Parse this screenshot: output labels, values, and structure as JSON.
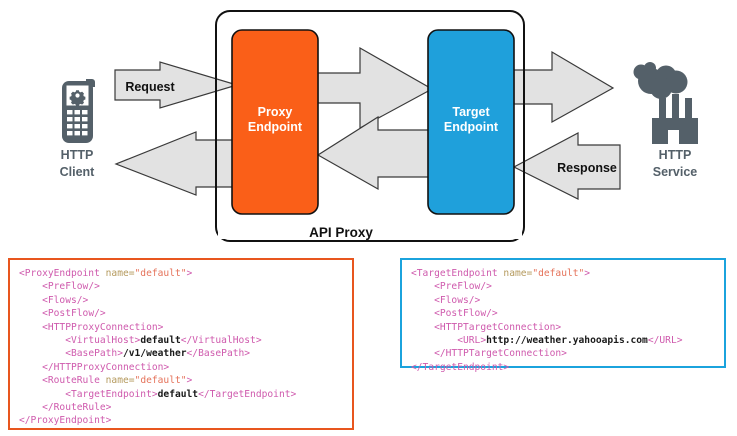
{
  "diagram": {
    "title": "API Proxy",
    "client": {
      "label_line1": "HTTP",
      "label_line2": "Client",
      "icon": "mobile-phone-gear-icon"
    },
    "service": {
      "label_line1": "HTTP",
      "label_line2": "Service",
      "icon": "factory-cloud-icon"
    },
    "proxy_endpoint": {
      "label_line1": "Proxy",
      "label_line2": "Endpoint",
      "color": "#fa5f18"
    },
    "target_endpoint": {
      "label_line1": "Target",
      "label_line2": "Endpoint",
      "color": "#1fa0db"
    },
    "arrows": {
      "request_label": "Request",
      "response_label": "Response"
    },
    "colors": {
      "arrow_fill": "#e2e2e2",
      "arrow_stroke": "#3a3a3a",
      "icon_gray": "#546069",
      "box_stroke": "#000000"
    }
  },
  "proxy_code": {
    "border_color": "#e8561e",
    "lines": [
      [
        {
          "t": "tag",
          "s": "<ProxyEndpoint "
        },
        {
          "t": "attr",
          "s": "name="
        },
        {
          "t": "val",
          "s": "\"default\""
        },
        {
          "t": "tag",
          "s": ">"
        }
      ],
      [
        {
          "t": "plain",
          "s": "    "
        },
        {
          "t": "tag",
          "s": "<PreFlow/>"
        }
      ],
      [
        {
          "t": "plain",
          "s": "    "
        },
        {
          "t": "tag",
          "s": "<Flows/>"
        }
      ],
      [
        {
          "t": "plain",
          "s": "    "
        },
        {
          "t": "tag",
          "s": "<PostFlow/>"
        }
      ],
      [
        {
          "t": "plain",
          "s": "    "
        },
        {
          "t": "tag",
          "s": "<HTTPProxyConnection>"
        }
      ],
      [
        {
          "t": "plain",
          "s": "        "
        },
        {
          "t": "tag",
          "s": "<VirtualHost>"
        },
        {
          "t": "txt",
          "s": "default"
        },
        {
          "t": "tag",
          "s": "</VirtualHost>"
        }
      ],
      [
        {
          "t": "plain",
          "s": "        "
        },
        {
          "t": "tag",
          "s": "<BasePath>"
        },
        {
          "t": "txt",
          "s": "/v1/weather"
        },
        {
          "t": "tag",
          "s": "</BasePath>"
        }
      ],
      [
        {
          "t": "plain",
          "s": "    "
        },
        {
          "t": "tag",
          "s": "</HTTPProxyConnection>"
        }
      ],
      [
        {
          "t": "plain",
          "s": "    "
        },
        {
          "t": "tag",
          "s": "<RouteRule "
        },
        {
          "t": "attr",
          "s": "name="
        },
        {
          "t": "val",
          "s": "\"default\""
        },
        {
          "t": "tag",
          "s": ">"
        }
      ],
      [
        {
          "t": "plain",
          "s": "        "
        },
        {
          "t": "tag",
          "s": "<TargetEndpoint>"
        },
        {
          "t": "txt",
          "s": "default"
        },
        {
          "t": "tag",
          "s": "</TargetEndpoint>"
        }
      ],
      [
        {
          "t": "plain",
          "s": "    "
        },
        {
          "t": "tag",
          "s": "</RouteRule>"
        }
      ],
      [
        {
          "t": "tag",
          "s": "</ProxyEndpoint>"
        }
      ]
    ]
  },
  "target_code": {
    "border_color": "#1ba3dd",
    "lines": [
      [
        {
          "t": "tag",
          "s": "<TargetEndpoint "
        },
        {
          "t": "attr",
          "s": "name="
        },
        {
          "t": "val",
          "s": "\"default\""
        },
        {
          "t": "tag",
          "s": ">"
        }
      ],
      [
        {
          "t": "plain",
          "s": "    "
        },
        {
          "t": "tag",
          "s": "<PreFlow/>"
        }
      ],
      [
        {
          "t": "plain",
          "s": "    "
        },
        {
          "t": "tag",
          "s": "<Flows/>"
        }
      ],
      [
        {
          "t": "plain",
          "s": "    "
        },
        {
          "t": "tag",
          "s": "<PostFlow/>"
        }
      ],
      [
        {
          "t": "plain",
          "s": "    "
        },
        {
          "t": "tag",
          "s": "<HTTPTargetConnection>"
        }
      ],
      [
        {
          "t": "plain",
          "s": "        "
        },
        {
          "t": "tag",
          "s": "<URL>"
        },
        {
          "t": "txt",
          "s": "http://weather.yahooapis.com"
        },
        {
          "t": "tag",
          "s": "</URL>"
        }
      ],
      [
        {
          "t": "plain",
          "s": "    "
        },
        {
          "t": "tag",
          "s": "</HTTPTargetConnection>"
        }
      ],
      [
        {
          "t": "tag",
          "s": "</TargetEndpoint>"
        }
      ]
    ]
  }
}
